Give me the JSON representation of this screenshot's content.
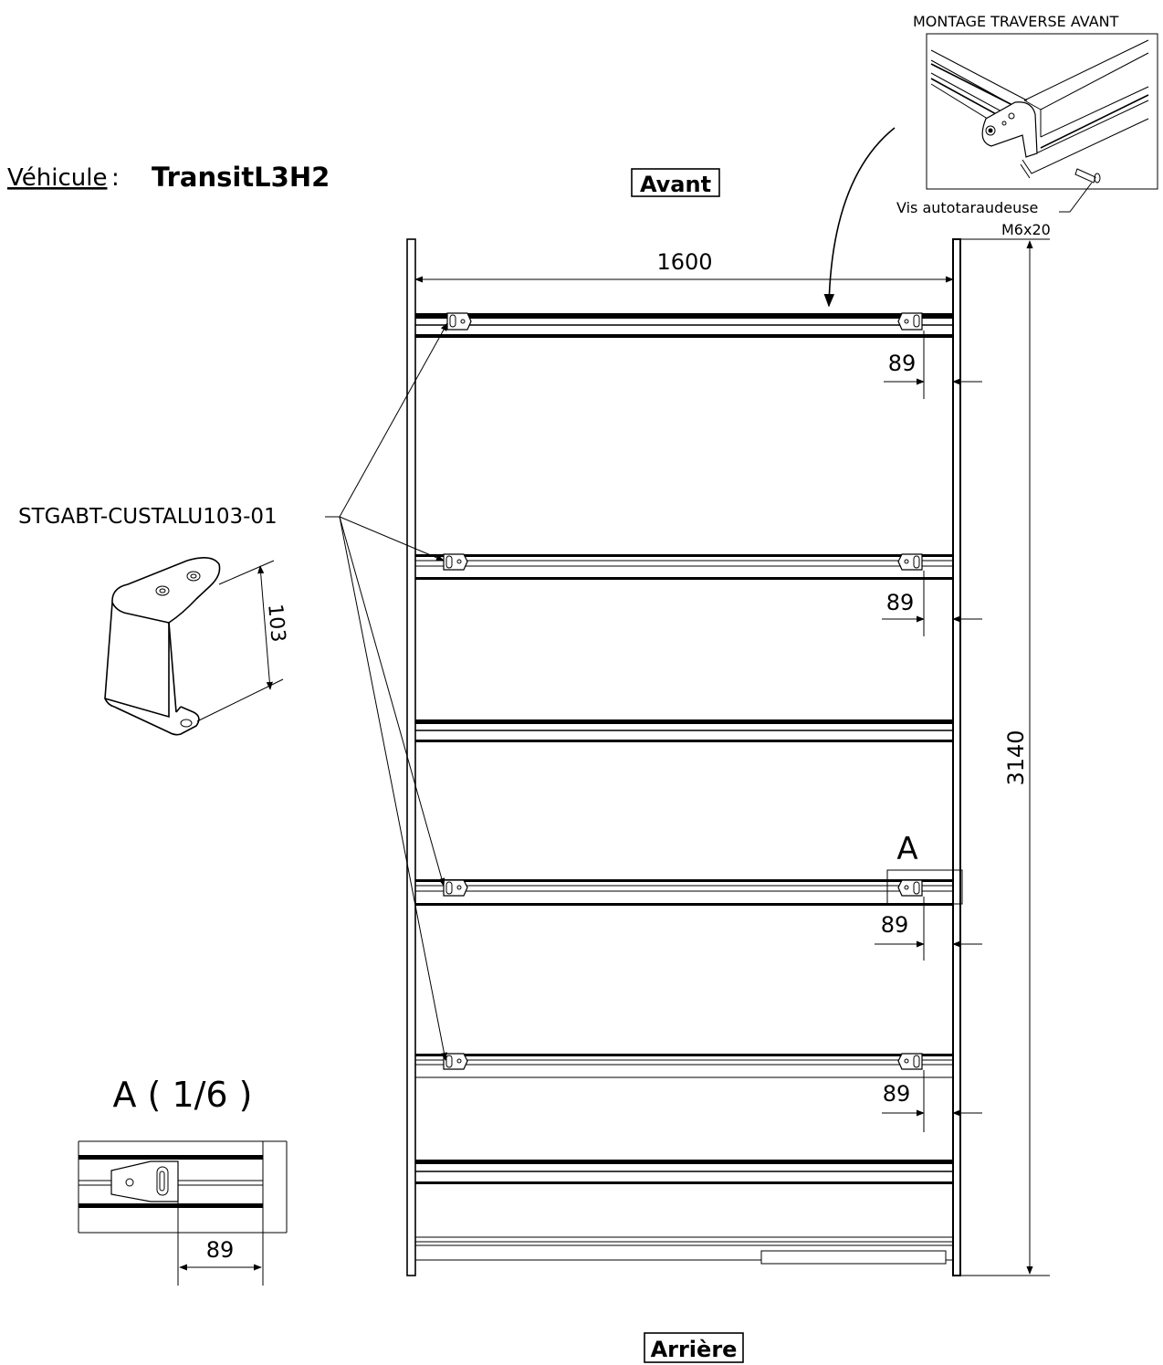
{
  "vehicle": {
    "label": "Véhicule",
    "separator": ":",
    "model": "TransitL3H2"
  },
  "orientation": {
    "front": "Avant",
    "rear": "Arrière"
  },
  "detail_view": {
    "title": "MONTAGE TRAVERSE AVANT",
    "screw_label_line1": "Vis autotaraudeuse",
    "screw_label_line2": "M6x20"
  },
  "dimensions": {
    "width": "1600",
    "length": "3140",
    "bracket_height": "103",
    "offset_1": "89",
    "offset_2": "89",
    "offset_3": "89",
    "offset_4": "89",
    "detail_offset": "89"
  },
  "part_reference": "STGABT-CUSTALU103-01",
  "section_view": {
    "marker": "A",
    "title": "A ( 1/6 )"
  }
}
